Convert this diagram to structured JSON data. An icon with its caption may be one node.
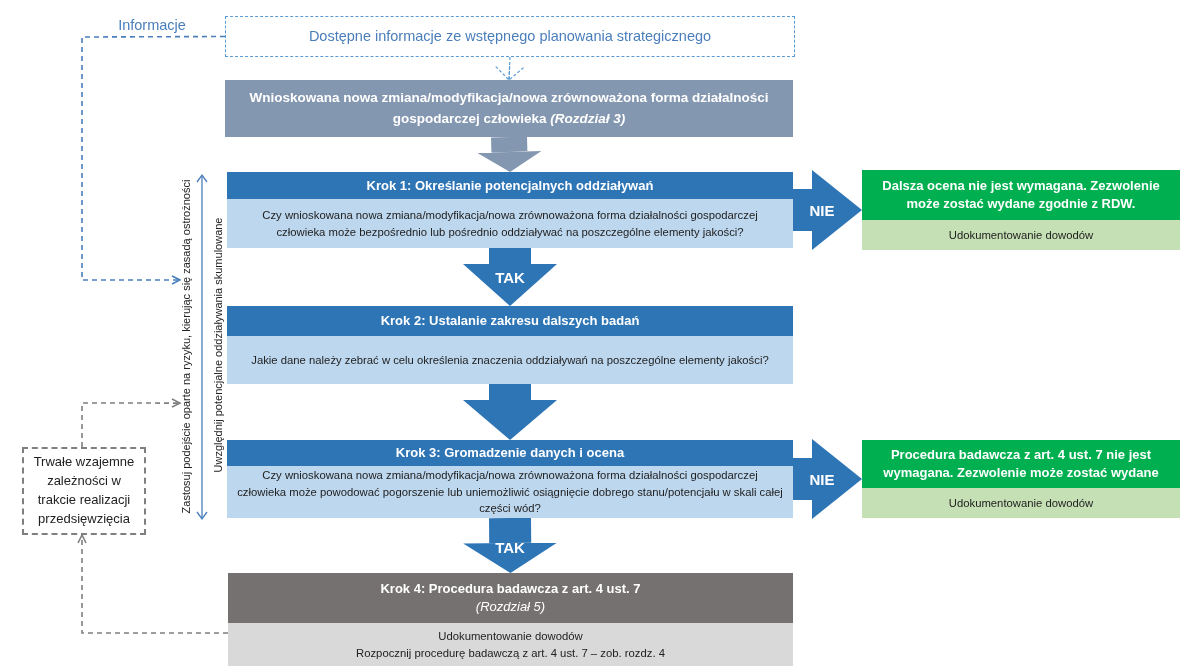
{
  "diagram": {
    "nodes": [
      {
        "text": [
          "Dostępne informacje ze wstępnego planowania strategicznego"
        ]
      },
      {
        "text": [
          "Wnioskowana nowa zmiana/modyfikacja/nowa zrównoważona forma działalności gospodarczej człowieka *(Rozdział 3)*"
        ]
      },
      {
        "text": [
          "Krok 1: Określanie potencjalnych oddziaływań",
          "Czy wnioskowana nowa zmiana/modyfikacja/nowa zrównoważona forma działalności gospodarczej człowieka może bezpośrednio lub pośrednio oddziaływać na poszczególne elementy jakości?"
        ]
      },
      {
        "text": [
          "Dalsza ocena nie jest wymagana. Zezwolenie może zostać wydane zgodnie z RDW.",
          "Udokumentowanie dowodów"
        ]
      },
      {
        "text": [
          "Krok 2: Ustalanie zakresu dalszych badań",
          "Jakie dane należy zebrać w celu określenia znaczenia oddziaływań na poszczególne elementy jakości?"
        ]
      },
      {
        "text": [
          "Krok 3: Gromadzenie danych i ocena",
          "Czy wnioskowana nowa zmiana/modyfikacja/nowa zrównoważona forma działalności gospodarczej człowieka może powodować pogorszenie lub uniemożliwić osiągnięcie dobrego stanu/potencjału w skali całej części wód?"
        ]
      },
      {
        "text": [
          "Procedura badawcza z art. 4 ust. 7 nie jest wymagana. Zezwolenie może zostać wydane",
          "Udokumentowanie dowodów"
        ]
      },
      {
        "text": [
          "Krok 4: Procedura badawcza z art. 4 ust. 7",
          "(Rozdział 5)",
          "Udokumentowanie dowodów",
          "Rozpocznij procedurę badawczą z art. 4 ust. 7 – zob. rozdz. 4"
        ]
      },
      {
        "text": [
          "Trwałe wzajemne zależności w trakcie realizacji przedsięwzięcia"
        ]
      },
      {
        "text": [
          "Zastosuj podejście oparte na ryzyku, kierując się zasadą ostrożności"
        ]
      }
    ],
    "edges": [
      {
        "from": 0,
        "to": 1,
        "arrow": "to",
        "style": "dashed",
        "color": "#5b9bd5"
      },
      {
        "from": 1,
        "to": 2,
        "arrow": "to",
        "color": "#8497b0"
      },
      {
        "from": 2,
        "to": 3,
        "arrow": "to",
        "label": "NIE"
      },
      {
        "from": 2,
        "to": 4,
        "arrow": "to",
        "label": "TAK"
      },
      {
        "from": 4,
        "to": 5,
        "arrow": "to"
      },
      {
        "from": 5,
        "to": 6,
        "arrow": "to",
        "label": "NIE"
      },
      {
        "from": 5,
        "to": 7,
        "arrow": "to",
        "label": "TAK"
      },
      {
        "from": 0,
        "to": 9,
        "arrow": "to",
        "style": "dashed",
        "color": "#4a7ebb",
        "label": "Informacje"
      },
      {
        "from": 7,
        "to": 8,
        "arrow": "to",
        "style": "dashed",
        "color": "#7f7f7f"
      },
      {
        "from": 8,
        "to": 9,
        "arrow": "to",
        "style": "dashed",
        "color": "#7f7f7f"
      }
    ],
    "labels": [
      "Uwzględnij potencjalne oddziaływania skumulowane"
    ]
  }
}
